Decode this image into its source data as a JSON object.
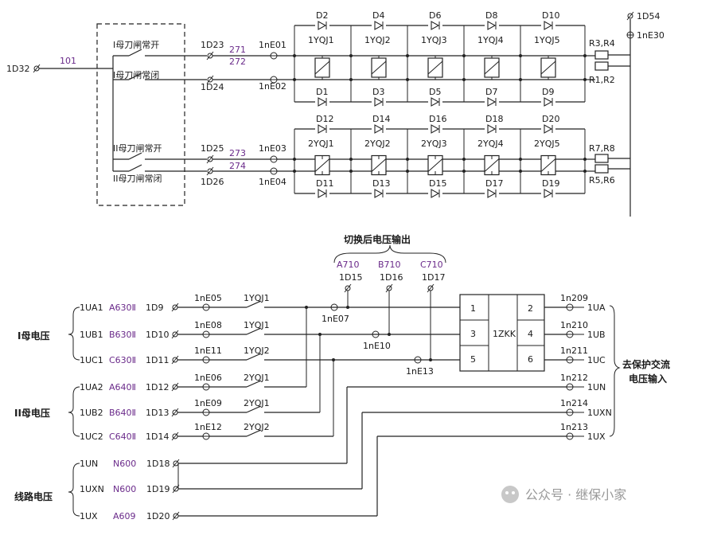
{
  "top": {
    "left_terminal": "1D32",
    "left_wire": "101",
    "bus1_open": "I母刀闸常开",
    "bus1_closed": "I母刀闸常闭",
    "bus2_open": "II母刀闸常开",
    "bus2_closed": "II母刀闸常闭",
    "t1": "1D23",
    "t2": "1D24",
    "t3": "1D25",
    "t4": "1D26",
    "w271": "271",
    "w272": "272",
    "w273": "273",
    "w274": "274",
    "ne01": "1nE01",
    "ne02": "1nE02",
    "ne03": "1nE03",
    "ne04": "1nE04",
    "right_top": "1D54",
    "right_ne30": "1nE30",
    "r34": "R3,R4",
    "r12": "R1,R2",
    "r78": "R7,R8",
    "r56": "R5,R6",
    "relays1": [
      "1YQJ1",
      "1YQJ2",
      "1YQJ3",
      "1YQJ4",
      "1YQJ5"
    ],
    "relays2": [
      "2YQJ1",
      "2YQJ2",
      "2YQJ3",
      "2YQJ4",
      "2YQJ5"
    ],
    "diodes_r1_top": [
      "D2",
      "D4",
      "D6",
      "D8",
      "D10"
    ],
    "diodes_r1_bot": [
      "D1",
      "D3",
      "D5",
      "D7",
      "D9"
    ],
    "diodes_r2_top": [
      "D12",
      "D14",
      "D16",
      "D18",
      "D20"
    ],
    "diodes_r2_bot": [
      "D11",
      "D13",
      "D15",
      "D17",
      "D19"
    ]
  },
  "bottom": {
    "output_title": "切换后电压输出",
    "phases": [
      "A710",
      "B710",
      "C710"
    ],
    "phase_terms": [
      "1D15",
      "1D16",
      "1D17"
    ],
    "bus1_label": "I母电压",
    "bus2_label": "II母电压",
    "line_label": "线路电压",
    "protection_label_1": "去保护交流",
    "protection_label_2": "电压输入",
    "zkk": "1ZKK",
    "zkk_left": [
      "1",
      "3",
      "5"
    ],
    "zkk_right": [
      "2",
      "4",
      "6"
    ],
    "ne_mid": [
      "1nE07",
      "1nE10",
      "1nE13"
    ],
    "rows": [
      {
        "u": "1UA1",
        "code": "A630Ⅱ",
        "term": "1D9",
        "ne": "1nE05",
        "contact": "1YQJ1"
      },
      {
        "u": "1UB1",
        "code": "B630Ⅱ",
        "term": "1D10",
        "ne": "1nE08",
        "contact": "1YQJ1"
      },
      {
        "u": "1UC1",
        "code": "C630Ⅱ",
        "term": "1D11",
        "ne": "1nE11",
        "contact": "1YQJ2"
      },
      {
        "u": "1UA2",
        "code": "A640Ⅱ",
        "term": "1D12",
        "ne": "1nE06",
        "contact": "2YQJ1"
      },
      {
        "u": "1UB2",
        "code": "B640Ⅱ",
        "term": "1D13",
        "ne": "1nE09",
        "contact": "2YQJ1"
      },
      {
        "u": "1UC2",
        "code": "C640Ⅱ",
        "term": "1D14",
        "ne": "1nE12",
        "contact": "2YQJ2"
      }
    ],
    "line_rows": [
      {
        "u": "1UN",
        "code": "N600",
        "term": "1D18"
      },
      {
        "u": "1UXN",
        "code": "N600",
        "term": "1D19"
      },
      {
        "u": "1UX",
        "code": "A609",
        "term": "1D20"
      }
    ],
    "outputs": [
      {
        "ne": "1n209",
        "u": "1UA"
      },
      {
        "ne": "1n210",
        "u": "1UB"
      },
      {
        "ne": "1n211",
        "u": "1UC"
      },
      {
        "ne": "1n212",
        "u": "1UN"
      },
      {
        "ne": "1n214",
        "u": "1UXN"
      },
      {
        "ne": "1n213",
        "u": "1UX"
      }
    ]
  },
  "watermark": "公众号 · 继保小家"
}
